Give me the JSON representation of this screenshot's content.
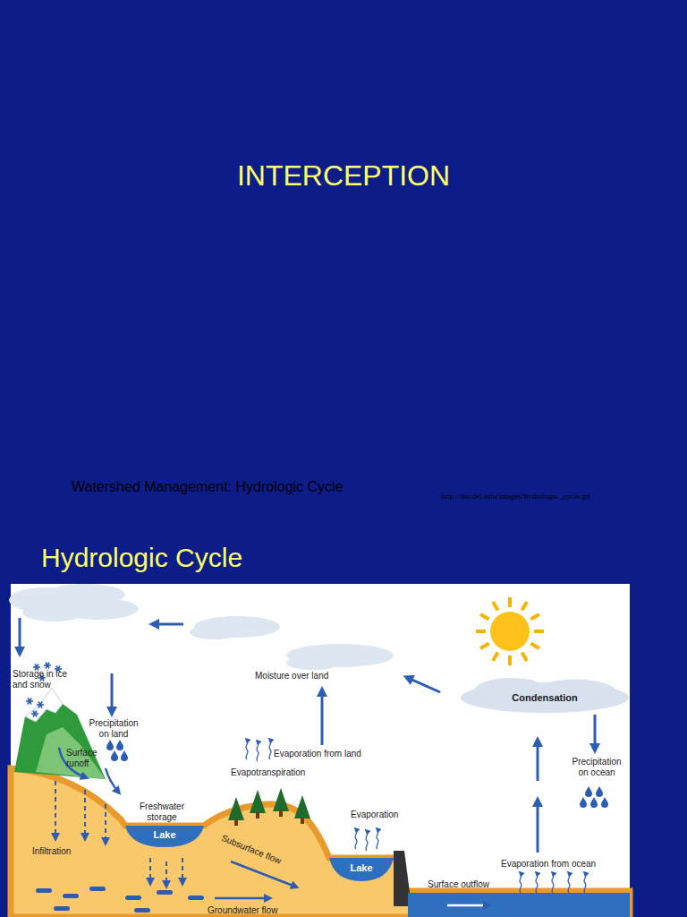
{
  "diagram": {
    "title": "INTERCEPTION",
    "nodes": [
      {
        "text": [
          "Lake"
        ]
      },
      {
        "text": [
          "Lake"
        ]
      },
      {
        "text": [
          "Condensation"
        ]
      }
    ],
    "labels": [
      "Watershed Management: Hydrologic Cycle",
      "http://ducdel.info/images/hydrologic_cycle.gif",
      "Hydrologic Cycle",
      "Storage in ice and snow",
      "Precipitation on land",
      "Surface runoff",
      "Freshwater storage",
      "Infiltration",
      "Moisture over land",
      "Evaporation from land",
      "Evapotranspiration",
      "Subsurface flow",
      "Evaporation",
      "Precipitation on ocean",
      "Evaporation from ocean",
      "Surface outflow",
      "Groundwater flow"
    ]
  }
}
